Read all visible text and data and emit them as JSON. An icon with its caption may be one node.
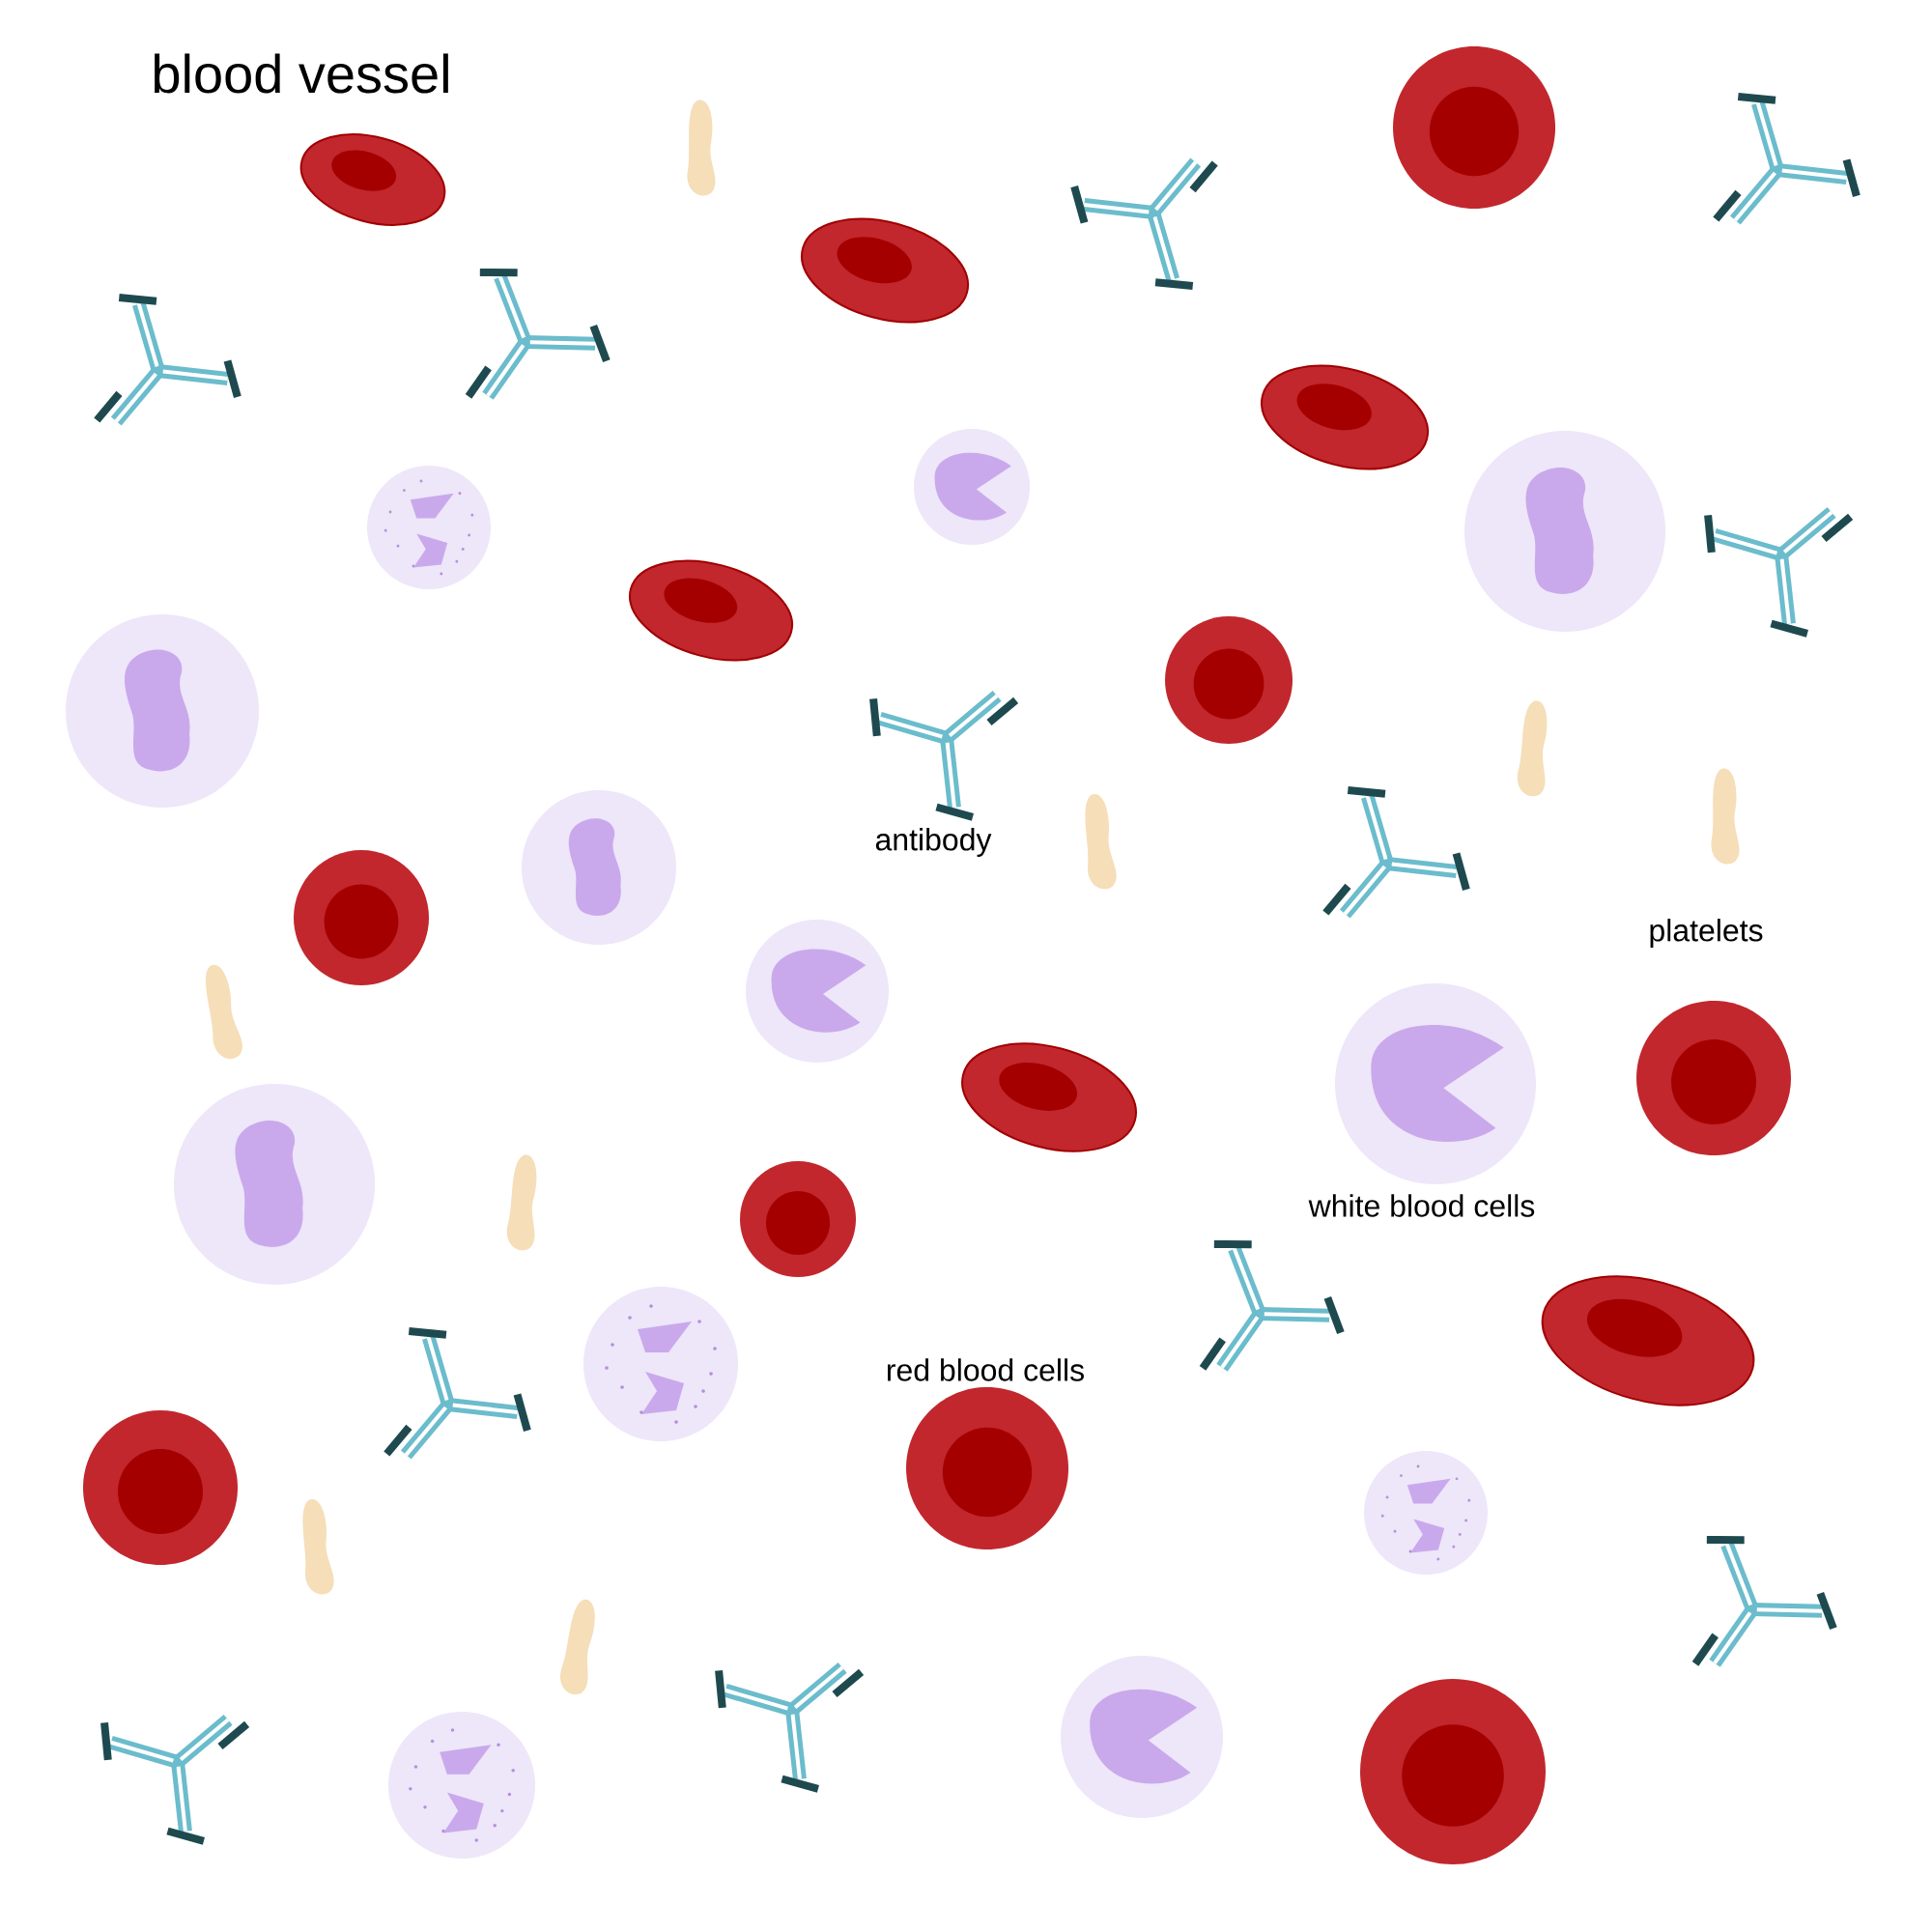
{
  "diagram": {
    "title": "blood vessel",
    "labels": [
      "antibody",
      "platelets",
      "white blood cells",
      "red blood cells"
    ]
  }
}
